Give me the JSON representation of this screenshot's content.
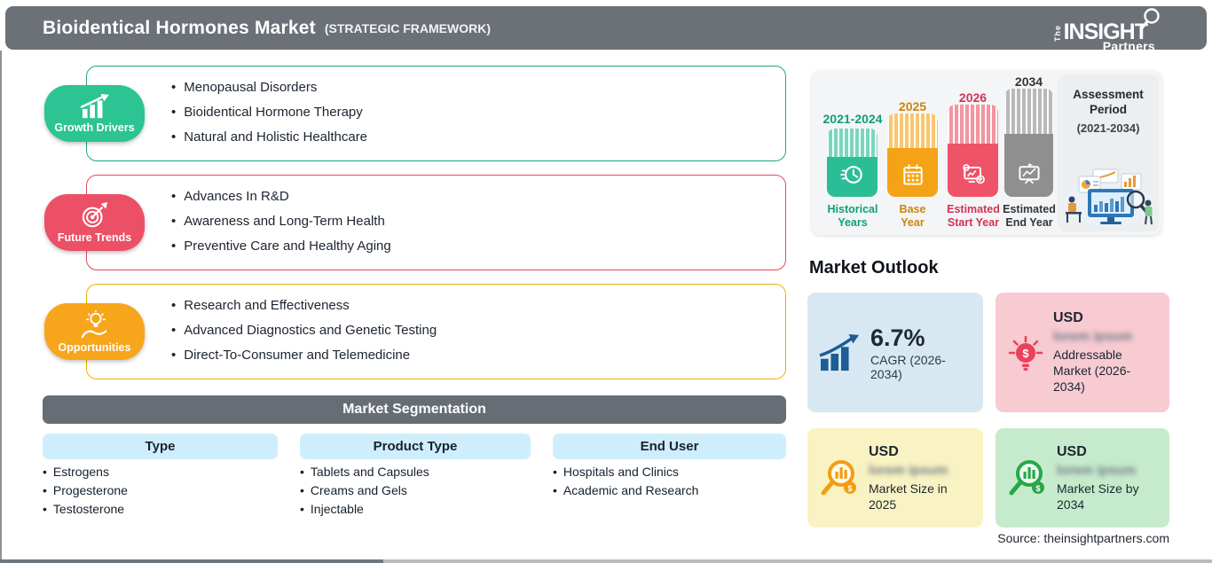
{
  "header": {
    "title": "Bioidentical Hormones Market",
    "subtitle": "(STRATEGIC FRAMEWORK)"
  },
  "logo": {
    "the": "The",
    "name": "INSIGHT",
    "partners": "Partners"
  },
  "sections": [
    {
      "label": "Growth Drivers",
      "color": "#2cc492",
      "items": [
        "Menopausal Disorders",
        "Bioidentical Hormone Therapy",
        "Natural and Holistic Healthcare"
      ]
    },
    {
      "label": "Future Trends",
      "color": "#ec5066",
      "items": [
        "Advances In R&D",
        "Awareness and Long-Term Health",
        "Preventive Care and Healthy Aging"
      ]
    },
    {
      "label": "Opportunities",
      "color": "#f7a51b",
      "items": [
        "Research and Effectiveness",
        "Advanced Diagnostics and Genetic Testing",
        "Direct-To-Consumer and Telemedicine"
      ]
    }
  ],
  "segmentation": {
    "title": "Market Segmentation",
    "columns": [
      {
        "header": "Type",
        "items": [
          "Estrogens",
          "Progesterone",
          "Testosterone"
        ]
      },
      {
        "header": "Product Type",
        "items": [
          "Tablets and Capsules",
          "Creams and Gels",
          "Injectable"
        ]
      },
      {
        "header": "End User",
        "items": [
          "Hospitals and Clinics",
          "Academic and Research"
        ]
      }
    ]
  },
  "timeline": {
    "bars": [
      {
        "year": "2021-2024",
        "line1": "Historical",
        "line2": "Years",
        "color": "#2bbd96"
      },
      {
        "year": "2025",
        "line1": "Base",
        "line2": "Year",
        "color": "#f5a316"
      },
      {
        "year": "2026",
        "line1": "Estimated",
        "line2": "Start Year",
        "color": "#ee5368"
      },
      {
        "year": "2034",
        "line1": "Estimated",
        "line2": "End Year",
        "color": "#8f8f8f"
      }
    ],
    "assessment": {
      "line1": "Assessment",
      "line2": "Period",
      "range": "(2021-2034)"
    }
  },
  "outlook": {
    "title": "Market Outlook",
    "cards": [
      {
        "value": "6.7%",
        "label": "CAGR (2026-2034)",
        "bg": "#d8e8f3",
        "icon_color": "#1d5c94"
      },
      {
        "currency": "USD",
        "blurred": "lorem ipsum",
        "label": "Addressable Market (2026-2034)",
        "bg": "#f7cbd1",
        "icon_color": "#e8435a"
      },
      {
        "currency": "USD",
        "blurred": "lorem ipsum",
        "label": "Market Size in 2025",
        "bg": "#f9f3c3",
        "icon_color": "#f49d13"
      },
      {
        "currency": "USD",
        "blurred": "lorem ipsum",
        "label": "Market Size by 2034",
        "bg": "#c6ebcc",
        "icon_color": "#27a84a"
      }
    ]
  },
  "source": "Source: theinsightpartners.com"
}
